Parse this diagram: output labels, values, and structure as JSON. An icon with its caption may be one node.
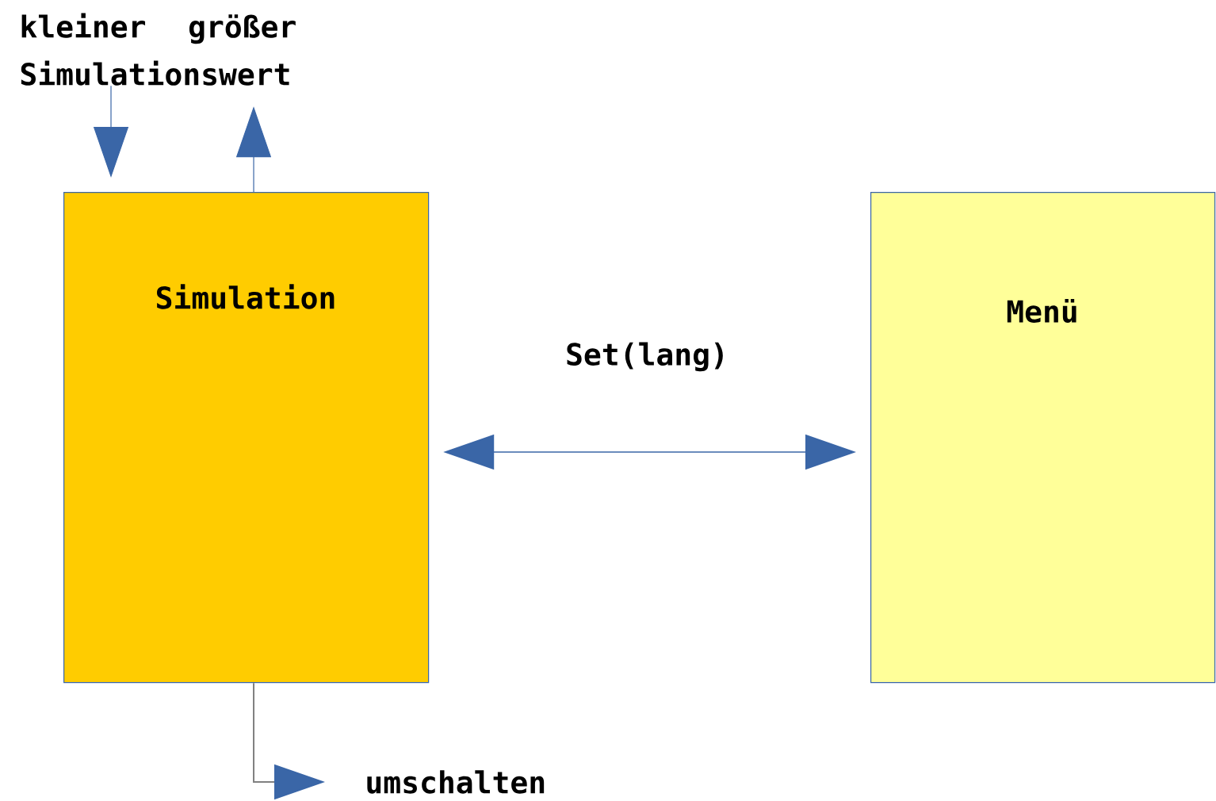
{
  "diagram": {
    "nodes": [
      {
        "text": [
          "Simulation"
        ]
      },
      {
        "text": [
          "Menü"
        ]
      },
      {
        "text": [
          "kleiner größer Simulationswert"
        ]
      },
      {
        "text": [
          "umschalten"
        ]
      }
    ],
    "edges": [
      {
        "from": 2,
        "to": 0,
        "arrow": "to"
      },
      {
        "from": 0,
        "to": 2,
        "arrow": "to"
      },
      {
        "from": 0,
        "to": 1,
        "arrow": "both",
        "label": "Set(lang)"
      },
      {
        "from": 0,
        "to": 3,
        "arrow": "to"
      }
    ]
  }
}
